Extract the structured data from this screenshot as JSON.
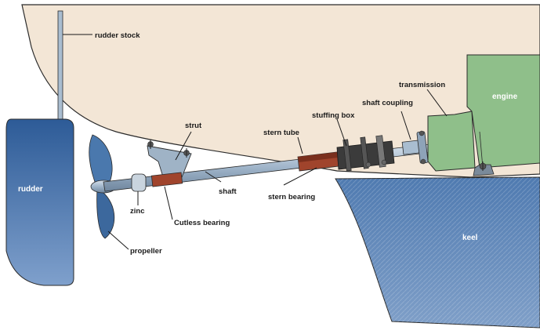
{
  "labels": {
    "rudder_stock": "rudder stock",
    "rudder": "rudder",
    "strut": "strut",
    "stern_tube": "stern tube",
    "stuffing_box": "stuffing box",
    "shaft_coupling": "shaft coupling",
    "transmission": "transmission",
    "engine": "engine",
    "shaft": "shaft",
    "stern_bearing": "stern bearing",
    "zinc": "zinc",
    "cutless_bearing": "Cutless bearing",
    "propeller": "propeller",
    "keel": "keel"
  },
  "colors": {
    "hull": "#f3e6d6",
    "hull_outline": "#2b2b2b",
    "rudder": "#3f6ea8",
    "keel": "#5f86b8",
    "engine": "#8fbf8a",
    "strut": "#9fb3c6",
    "shaft": "#a9bdd0",
    "stern_tube": "#a0442c",
    "propeller": "#4a78ad"
  }
}
